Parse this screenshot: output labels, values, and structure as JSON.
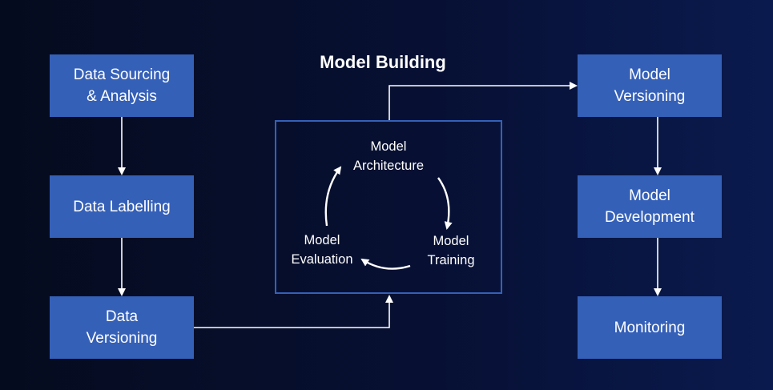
{
  "diagram": {
    "title": "Model Building",
    "left_column": [
      {
        "line1": "Data Sourcing",
        "line2": "& Analysis"
      },
      {
        "line1": "Data Labelling",
        "line2": ""
      },
      {
        "line1": "Data",
        "line2": "Versioning"
      }
    ],
    "right_column": [
      {
        "line1": "Model",
        "line2": "Versioning"
      },
      {
        "line1": "Model",
        "line2": "Development"
      },
      {
        "line1": "Monitoring",
        "line2": ""
      }
    ],
    "cycle": {
      "architecture": {
        "line1": "Model",
        "line2": "Architecture"
      },
      "training": {
        "line1": "Model",
        "line2": "Training"
      },
      "evaluation": {
        "line1": "Model",
        "line2": "Evaluation"
      }
    },
    "colors": {
      "box_fill": "#3560b8",
      "arrow": "#ffffff",
      "background": "#071033"
    }
  }
}
